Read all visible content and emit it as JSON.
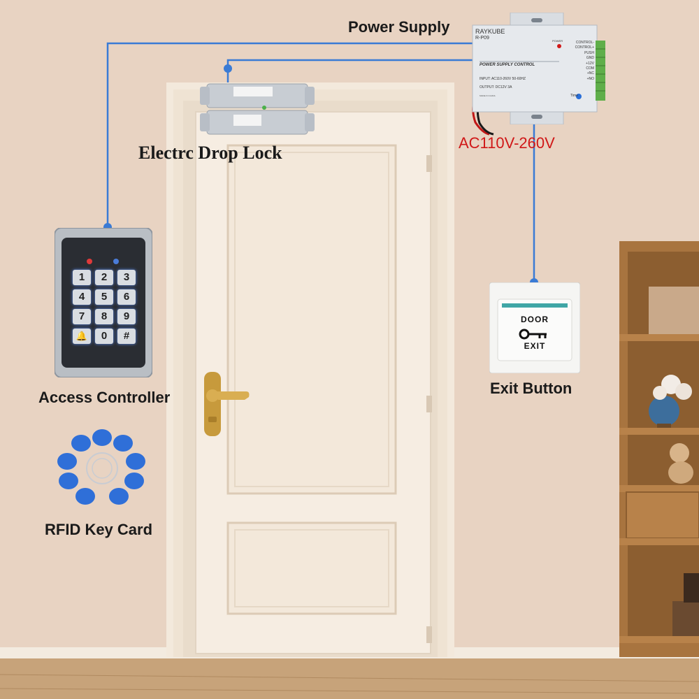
{
  "labels": {
    "power_supply": "Power Supply",
    "drop_lock": "Electrc Drop Lock",
    "voltage": "AC110V-260V",
    "access_controller": "Access Controller",
    "rfid": "RFID Key Card",
    "exit_button": "Exit Button"
  },
  "power_supply_unit": {
    "brand": "RAYKUBE",
    "model": "R-P09",
    "power_led": "POWER",
    "title": "POWER SUPPLY CONTROL",
    "input": "INPUT: AC110-260V 50-60HZ",
    "output": "OUTPUT: DC12V 3A",
    "made_in": "MADE IN CHINA",
    "terminals": [
      "CONTROL-",
      "CONTROL+",
      "PUSH",
      "GND",
      "+12V",
      "COM",
      "+NC",
      "+NO"
    ],
    "time_label": "Time"
  },
  "keypad": {
    "keys": [
      "1",
      "2",
      "3",
      "4",
      "5",
      "6",
      "7",
      "8",
      "9",
      "🔔",
      "0",
      "#"
    ]
  },
  "exit_plate": {
    "top_text": "DOOR",
    "bottom_text": "EXIT"
  },
  "colors": {
    "wire": "#3a7bd5",
    "voltage_text": "#d01818",
    "wall": "#e8d3c2",
    "door": "#f6ede2",
    "floor": "#c7a37a",
    "shelf": "#a8743f",
    "rfid": "#2f6fd8"
  }
}
